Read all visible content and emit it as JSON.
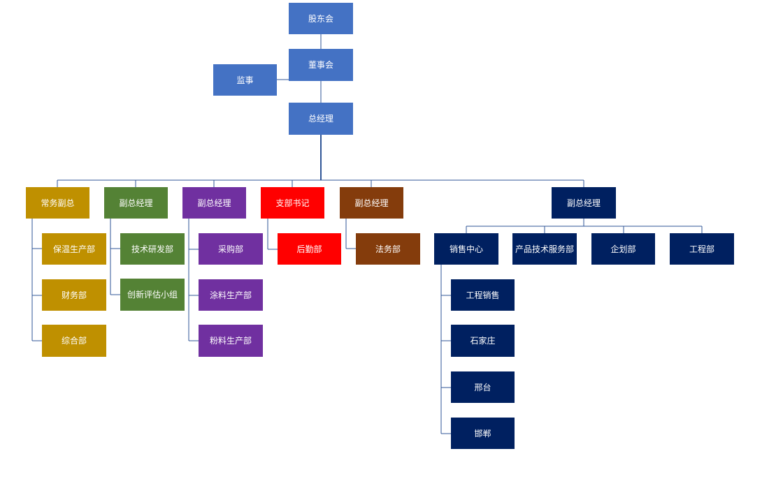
{
  "chart": {
    "shareholders": "股东会",
    "board": "董事会",
    "supervisor": "监事",
    "gm": "总经理",
    "vp_exec": {
      "label": "常务副总",
      "children": [
        "保温生产部",
        "财务部",
        "综合部"
      ]
    },
    "vp_tech": {
      "label": "副总经理",
      "children": [
        "技术研发部",
        "创新评估小组"
      ]
    },
    "vp_procure": {
      "label": "副总经理",
      "children": [
        "采购部",
        "涂料生产部",
        "粉料生产部"
      ]
    },
    "party_secretary": {
      "label": "支部书记",
      "children": [
        "后勤部"
      ]
    },
    "vp_legal": {
      "label": "副总经理",
      "children": [
        "法务部"
      ]
    },
    "vp_sales": {
      "label": "副总经理",
      "children": [
        "销售中心",
        "产品技术服务部",
        "企划部",
        "工程部"
      ],
      "sales_center_children": [
        "工程销售",
        "石家庄",
        "邢台",
        "邯郸"
      ]
    }
  },
  "colors": {
    "top": "#4472c4",
    "exec": "#bf9000",
    "tech": "#548235",
    "procure": "#7030a0",
    "party": "#ff0000",
    "legal": "#843c0c",
    "sales": "#002060",
    "connector": "#2f5597"
  }
}
